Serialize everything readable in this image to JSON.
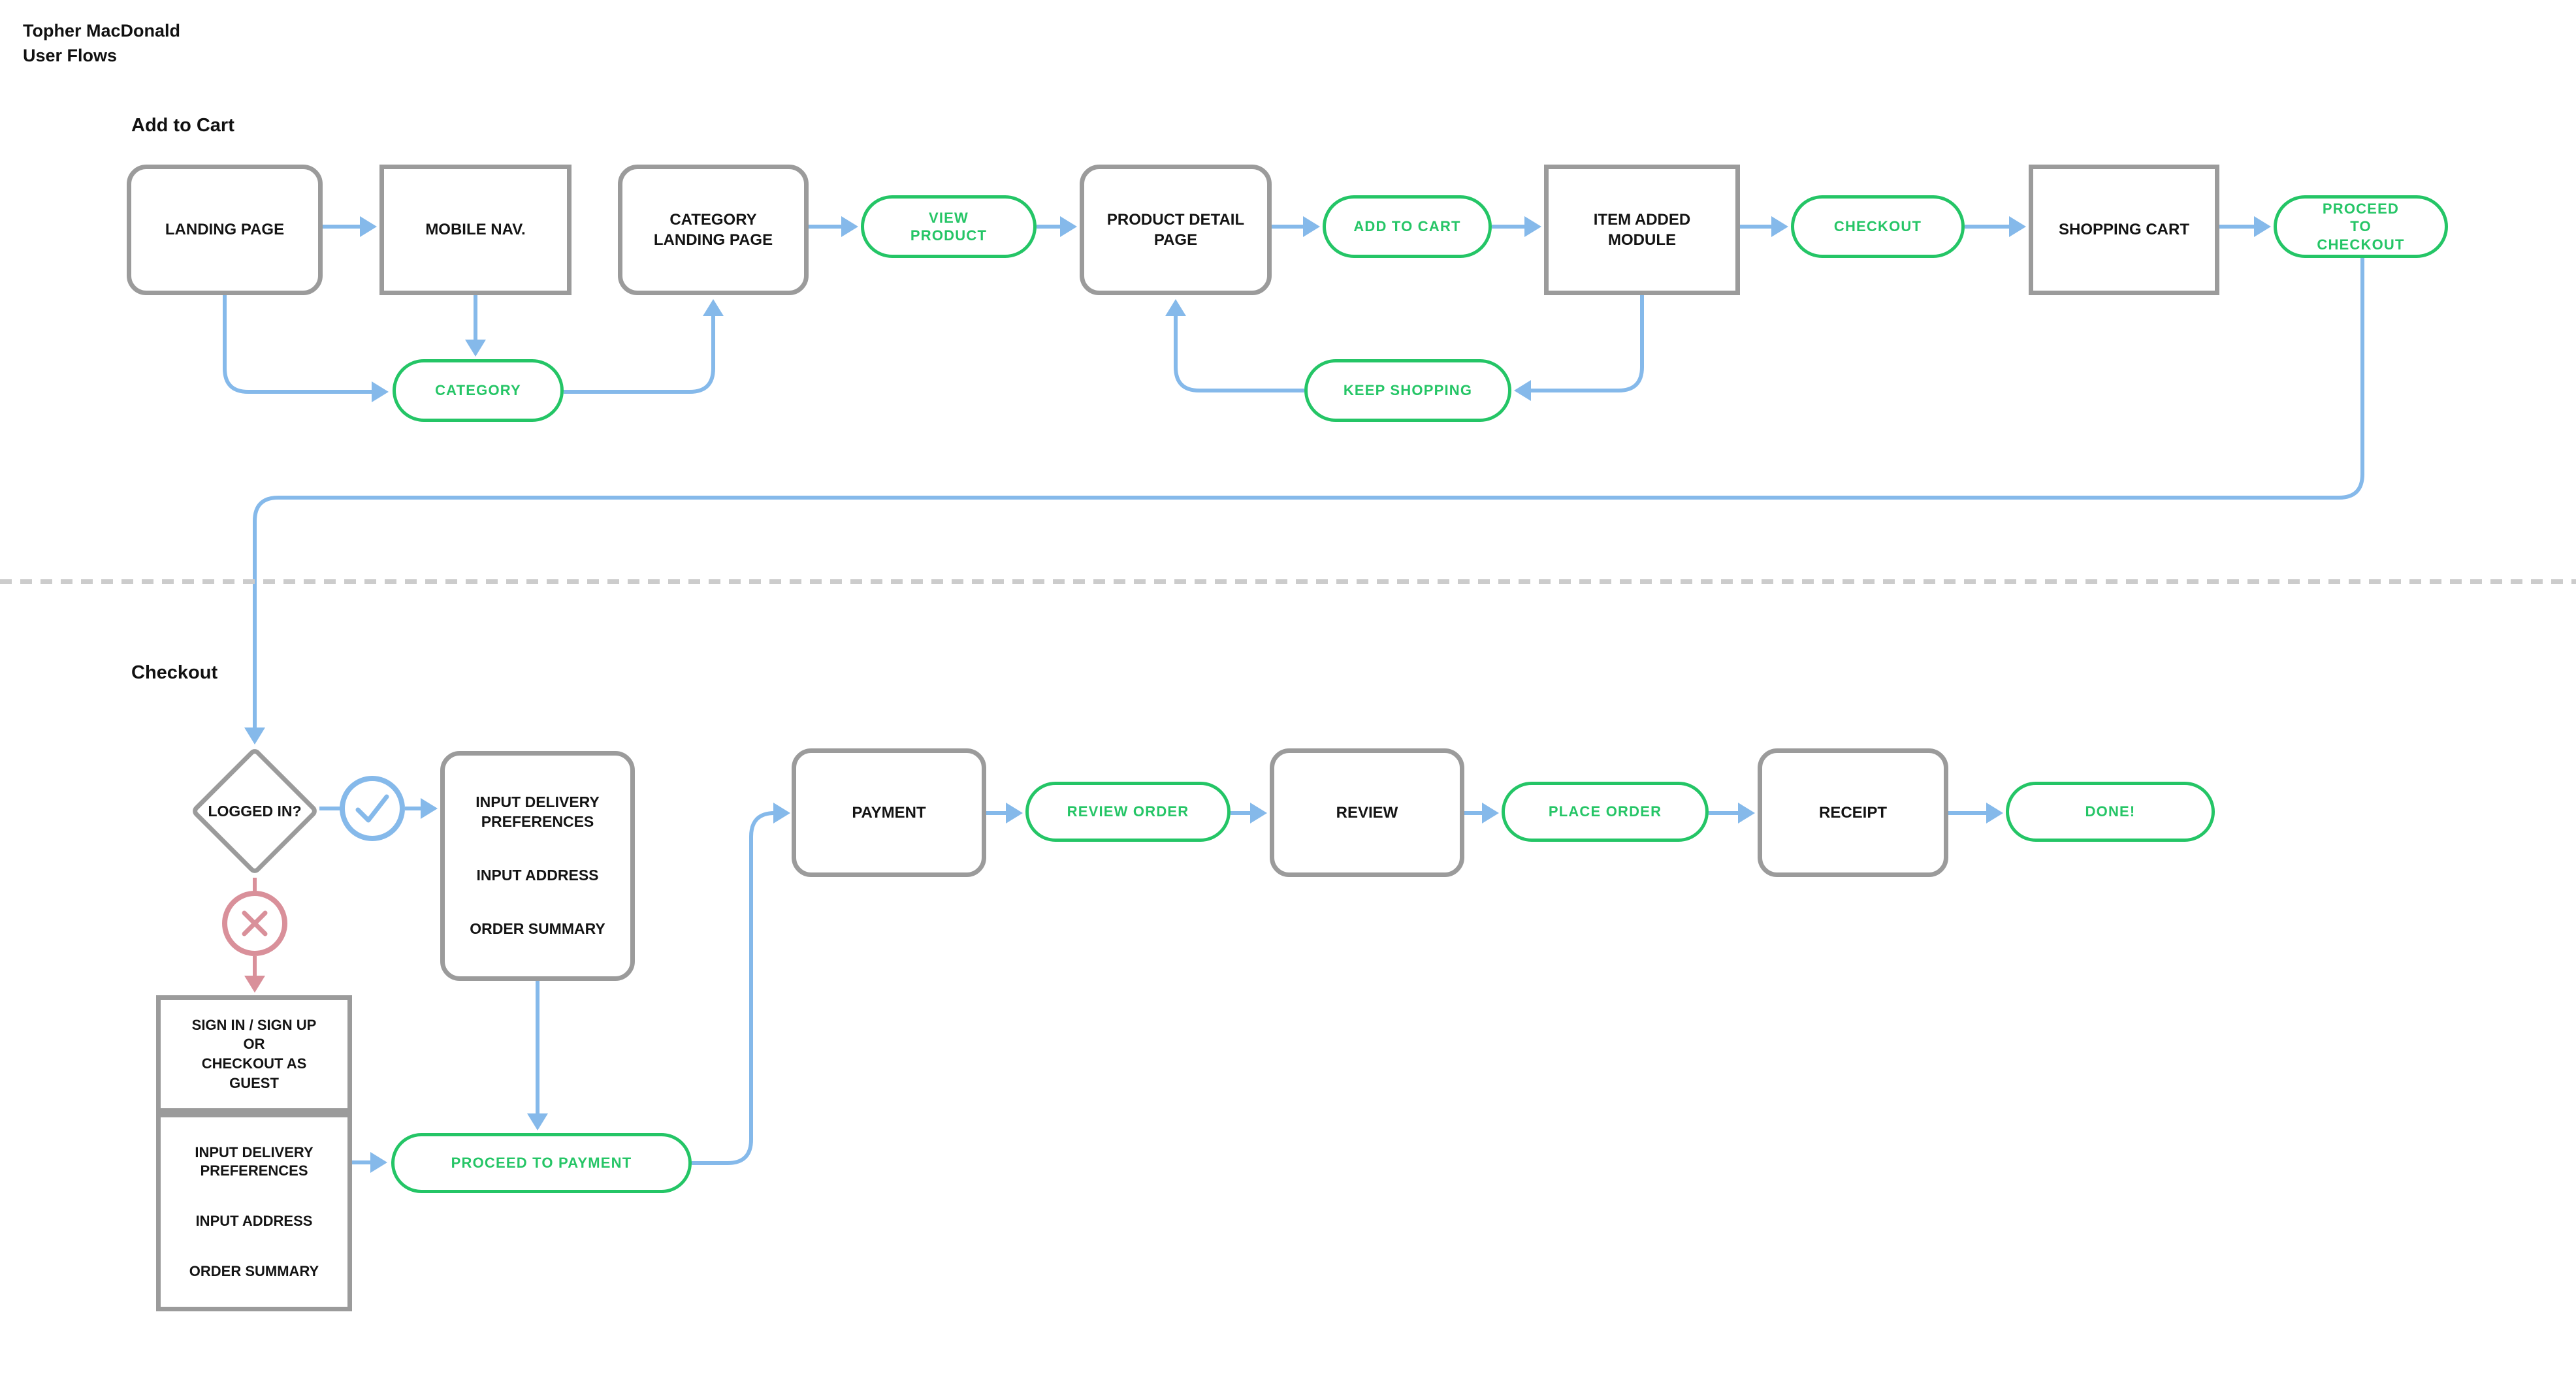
{
  "title": {
    "author": "Topher MacDonald",
    "doc": "User Flows"
  },
  "colors": {
    "accent_green": "#24c566",
    "connector_blue": "#85b9ea",
    "box_gray": "#9b9b9b",
    "negative_pink": "#d9909a",
    "divider_gray": "#cccccc",
    "text_black": "#141414"
  },
  "icons": {
    "logged_in_yes": "check-icon",
    "logged_in_no": "x-icon"
  },
  "flows": {
    "add_to_cart": {
      "heading": "Add to Cart",
      "nodes": {
        "landing_page": "LANDING PAGE",
        "mobile_nav": "MOBILE NAV.",
        "category_landing_page": "CATEGORY LANDING PAGE",
        "view_product": "VIEW PRODUCT",
        "product_detail_page": "PRODUCT DETAIL PAGE",
        "add_to_cart": "ADD TO CART",
        "item_added_module": "ITEM ADDED MODULE",
        "checkout": "CHECKOUT",
        "shopping_cart": "SHOPPING CART",
        "proceed_to_checkout": "PROCEED TO CHECKOUT",
        "category": "CATEGORY",
        "keep_shopping": "KEEP SHOPPING"
      }
    },
    "checkout": {
      "heading": "Checkout",
      "nodes": {
        "logged_in": "LOGGED IN?",
        "delivery_panel": {
          "pref": "INPUT DELIVERY PREFERENCES",
          "address": "INPUT ADDRESS",
          "summary": "ORDER SUMMARY"
        },
        "signin_box": {
          "l1": "SIGN IN / SIGN UP",
          "l2": "OR",
          "l3": "CHECKOUT AS",
          "l4": "GUEST"
        },
        "guest_panel": {
          "pref": "INPUT DELIVERY PREFERENCES",
          "address": "INPUT ADDRESS",
          "summary": "ORDER SUMMARY"
        },
        "proceed_to_payment": "PROCEED TO PAYMENT",
        "payment": "PAYMENT",
        "review_order": "REVIEW ORDER",
        "review": "REVIEW",
        "place_order": "PLACE ORDER",
        "receipt": "RECEIPT",
        "done": "DONE!"
      }
    }
  }
}
